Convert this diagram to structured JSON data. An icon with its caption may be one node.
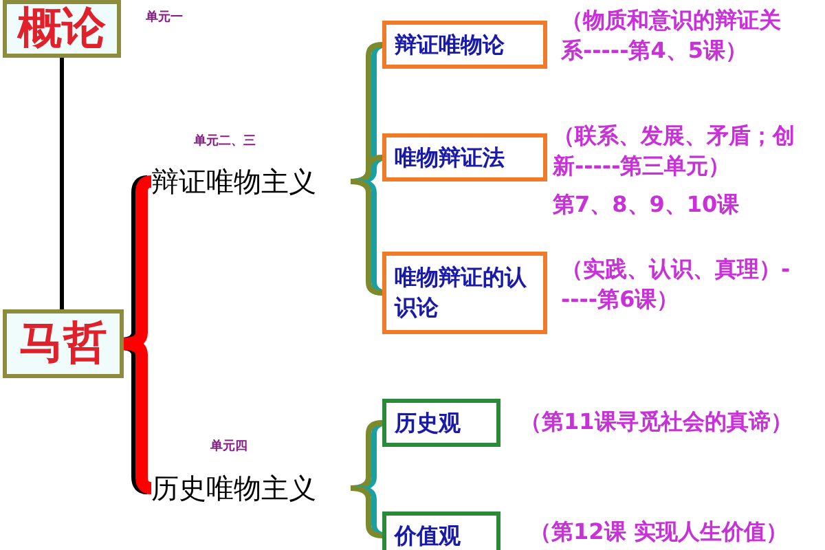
{
  "diagram": {
    "nodes": [
      {
        "text": [
          "概论"
        ]
      },
      {
        "text": [
          "马哲"
        ]
      },
      {
        "text": [
          "辩证唯物主义"
        ]
      },
      {
        "text": [
          "历史唯物主义"
        ]
      },
      {
        "text": [
          "辩证唯物论"
        ],
        "beside": [
          "（物质和意识的辩证关系-----第4、5课）"
        ]
      },
      {
        "text": [
          "唯物辩证法"
        ],
        "beside": [
          "（联系、发展、矛盾；创新-----第三单元）",
          "第7、8、9、10课"
        ]
      },
      {
        "text": [
          "唯物辩证的认识论"
        ],
        "beside": [
          "（实践、认识、真理）-----第6课）"
        ]
      },
      {
        "text": [
          "历史观"
        ],
        "beside": [
          "（第11课寻觅社会的真谛）"
        ]
      },
      {
        "text": [
          "价值观"
        ],
        "beside": [
          "（第12课 实现人生价值）"
        ]
      }
    ],
    "edges": [
      {
        "from": 0,
        "to": 1,
        "arrow": "none",
        "color": "#000000"
      },
      {
        "from": 1,
        "to": 2,
        "arrow": "none",
        "style": "thick",
        "color": "#ff0000"
      },
      {
        "from": 1,
        "to": 3,
        "arrow": "none",
        "style": "thick",
        "color": "#ff0000"
      },
      {
        "from": 2,
        "to": 4,
        "arrow": "none"
      },
      {
        "from": 2,
        "to": 5,
        "arrow": "none"
      },
      {
        "from": 2,
        "to": 6,
        "arrow": "none"
      },
      {
        "from": 3,
        "to": 7,
        "arrow": "none"
      },
      {
        "from": 3,
        "to": 8,
        "arrow": "none"
      }
    ],
    "labels": [
      "单元一",
      "单元二、三",
      "单元四"
    ]
  }
}
